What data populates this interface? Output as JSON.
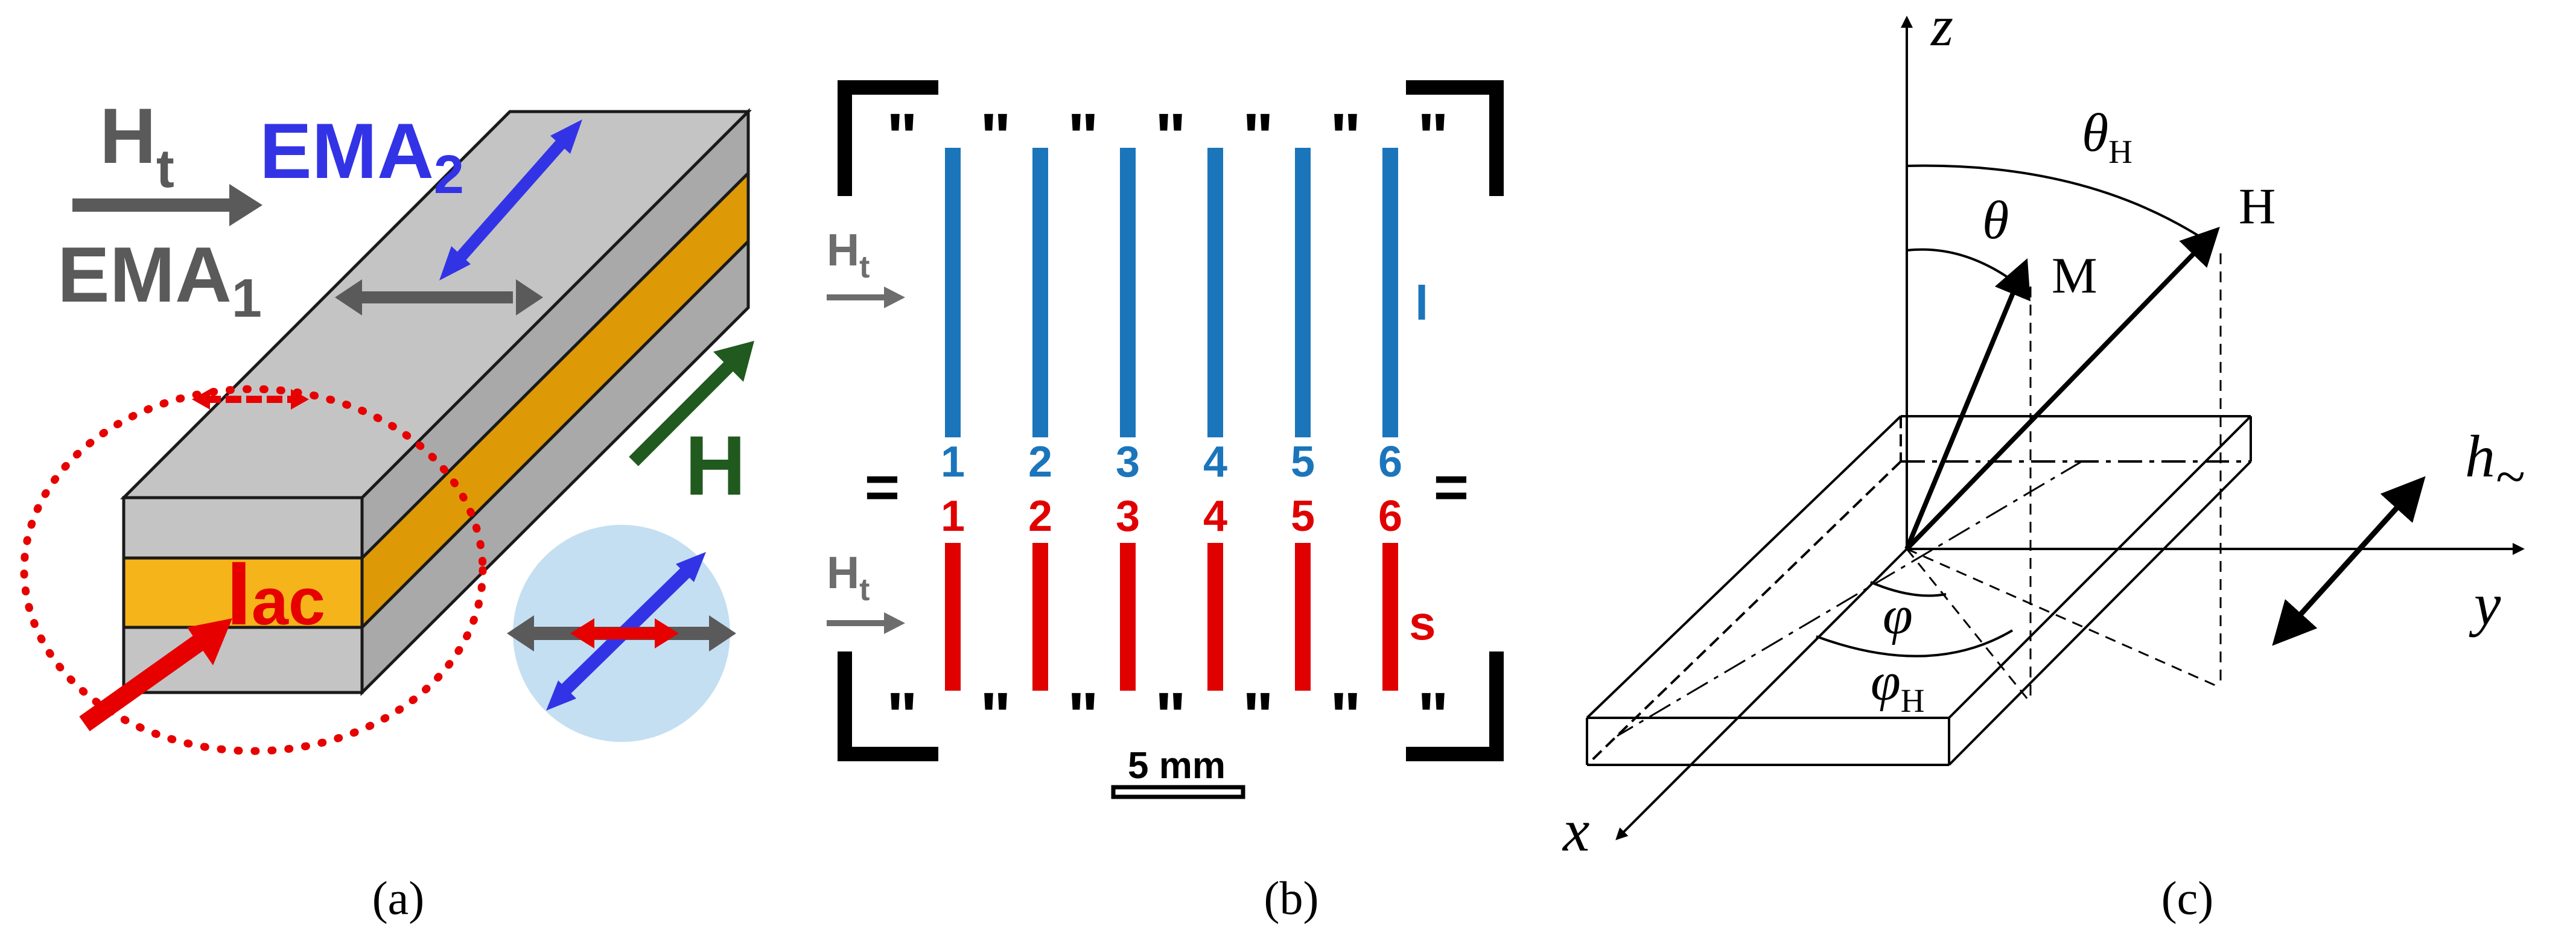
{
  "panel_a": {
    "caption": "(a)",
    "ht_main": "H",
    "ht_sub": "t",
    "ema1_main": "EMA",
    "ema1_sub": "1",
    "ema2_main": "EMA",
    "ema2_sub": "2",
    "h_label": "H",
    "iac_main": "I",
    "iac_sub": "ac",
    "colors": {
      "gray": "#5a5a5a",
      "blue": "#3333e6",
      "green": "#215a1f",
      "red": "#e60000",
      "orange": "#e6a00a",
      "ribbon_gray": "#c4c4c4",
      "circle_fill": "#c4dff2"
    }
  },
  "panel_b": {
    "caption": "(b)",
    "ht_main": "H",
    "ht_sub": "t",
    "mark_double": "\"",
    "mark_equal": "=",
    "top_numbers": [
      "1",
      "2",
      "3",
      "4",
      "5",
      "6"
    ],
    "bottom_numbers": [
      "1",
      "2",
      "3",
      "4",
      "5",
      "6"
    ],
    "top_letter": "l",
    "bottom_letter": "s",
    "scale_label": "5 mm",
    "colors": {
      "blue": "#1b75bb",
      "red": "#e00000",
      "black": "#000000",
      "gray": "#6d6d6d"
    }
  },
  "panel_c": {
    "caption": "(c)",
    "z_label": "z",
    "x_label": "x",
    "y_label": "y",
    "h_tilde_main": "h",
    "h_tilde_sub": "~",
    "theta_h_main": "θ",
    "theta_h_sub": "H",
    "theta": "θ",
    "H": "H",
    "M": "M",
    "phi": "φ",
    "phi_h_main": "φ",
    "phi_h_sub": "H"
  }
}
